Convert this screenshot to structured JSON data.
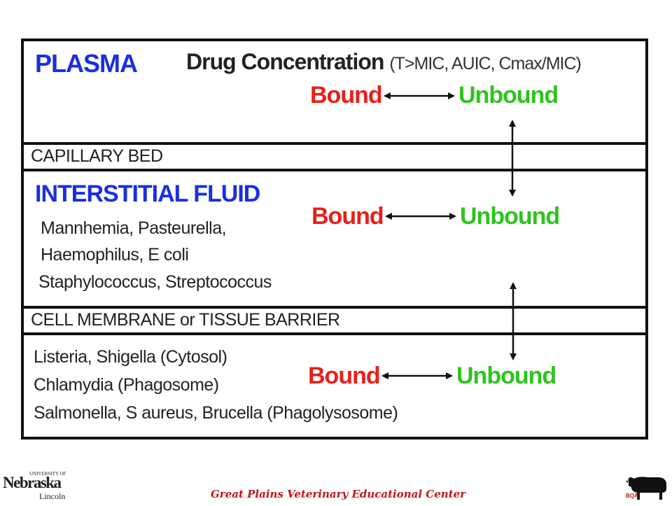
{
  "sections": {
    "plasma": {
      "title": "PLASMA",
      "drug_concentration": "Drug Concentration",
      "drug_params": "(T>MIC, AUIC, Cmax/MIC)",
      "bound": "Bound",
      "unbound": "Unbound"
    },
    "capillary_bed": {
      "label": "CAPILLARY BED"
    },
    "interstitial_fluid": {
      "title": "INTERSTITIAL FLUID",
      "organisms": [
        "Mannhemia, Pasteurella,",
        "Haemophilus, E coli",
        "Staphylococcus, Streptococcus"
      ],
      "bound": "Bound",
      "unbound": "Unbound"
    },
    "cell_membrane": {
      "label": "CELL MEMBRANE or TISSUE BARRIER"
    },
    "intracellular": {
      "organisms": [
        "Listeria, Shigella (Cytosol)",
        "Chlamydia (Phagosome)",
        "Salmonella, S aureus, Brucella (Phagolysosome)"
      ],
      "bound": "Bound",
      "unbound": "Unbound"
    }
  },
  "footer": {
    "center_text": "Great Plains Veterinary Educational Center",
    "logo_left": {
      "small_top": "UNIVERSITY OF",
      "main": "Nebraska",
      "sub": "Lincoln"
    },
    "logo_right": {
      "text": "BQA"
    }
  },
  "colors": {
    "title_blue": "#1a2fe0",
    "bound_red": "#e8201a",
    "unbound_green": "#2ec41e",
    "footer_red": "#c0141a"
  },
  "icons": {
    "horizontal_arrow": "double-headed-arrow-horizontal",
    "vertical_arrow": "double-headed-arrow-vertical",
    "cow": "cow-silhouette-icon"
  }
}
